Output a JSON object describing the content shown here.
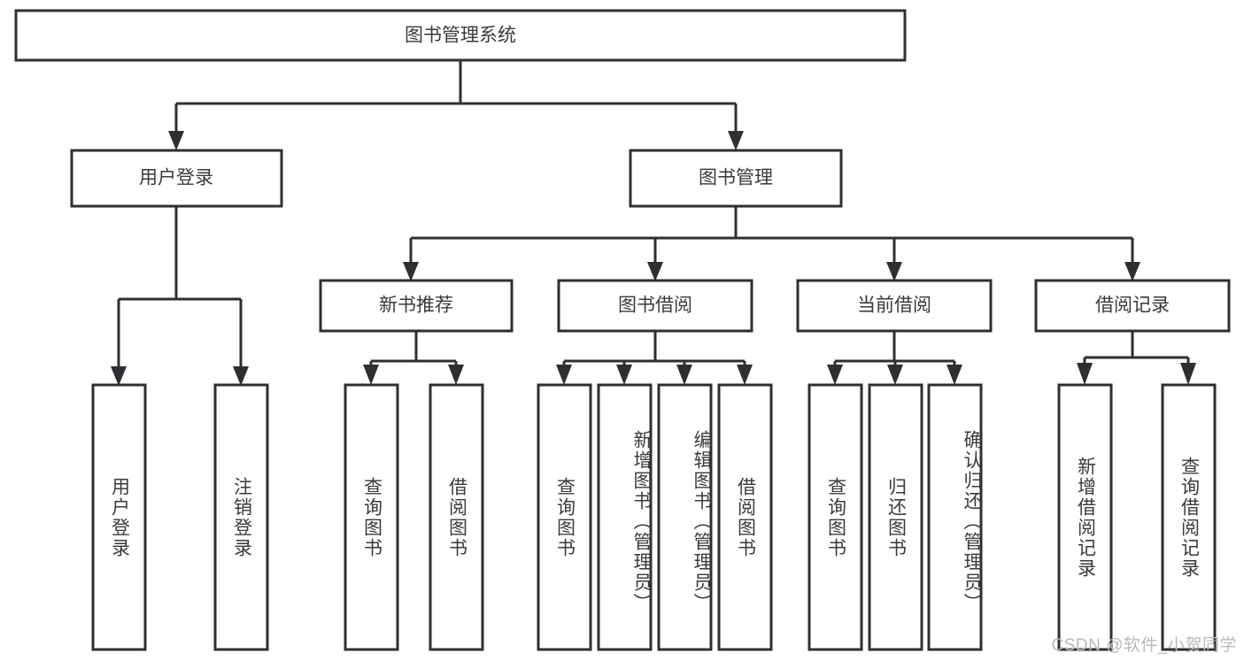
{
  "diagram": {
    "type": "tree-hierarchy",
    "title": "图书管理系统",
    "watermark": "CSDN @软件_小贺同学",
    "colors": {
      "stroke": "#2f2f33",
      "box_fill": "#ffffff",
      "text": "#3a3a3e",
      "background": "#ffffff",
      "watermark": "#b9b9bd"
    },
    "root": {
      "id": "root",
      "label": "图书管理系统",
      "orientation": "horizontal"
    },
    "level1": [
      {
        "id": "user-login",
        "label": "用户登录",
        "orientation": "horizontal"
      },
      {
        "id": "book-management",
        "label": "图书管理",
        "orientation": "horizontal"
      }
    ],
    "level2": [
      {
        "id": "new-book-recommend",
        "label": "新书推荐",
        "parent": "book-management",
        "orientation": "horizontal"
      },
      {
        "id": "book-borrow",
        "label": "图书借阅",
        "parent": "book-management",
        "orientation": "horizontal"
      },
      {
        "id": "current-borrow",
        "label": "当前借阅",
        "parent": "book-management",
        "orientation": "horizontal"
      },
      {
        "id": "borrow-record",
        "label": "借阅记录",
        "parent": "book-management",
        "orientation": "horizontal"
      }
    ],
    "leaves": [
      {
        "id": "leaf-user-login",
        "label": "用户登录",
        "parent": "user-login",
        "orientation": "vertical"
      },
      {
        "id": "leaf-logout",
        "label": "注销登录",
        "parent": "user-login",
        "orientation": "vertical"
      },
      {
        "id": "leaf-query-book-1",
        "label": "查询图书",
        "parent": "new-book-recommend",
        "orientation": "vertical"
      },
      {
        "id": "leaf-borrow-book-1",
        "label": "借阅图书",
        "parent": "new-book-recommend",
        "orientation": "vertical"
      },
      {
        "id": "leaf-query-book-2",
        "label": "查询图书",
        "parent": "book-borrow",
        "orientation": "vertical"
      },
      {
        "id": "leaf-add-book",
        "label": "新增图书（管理员）",
        "parent": "book-borrow",
        "orientation": "vertical"
      },
      {
        "id": "leaf-edit-book",
        "label": "编辑图书（管理员）",
        "parent": "book-borrow",
        "orientation": "vertical"
      },
      {
        "id": "leaf-borrow-book-2",
        "label": "借阅图书",
        "parent": "book-borrow",
        "orientation": "vertical"
      },
      {
        "id": "leaf-query-book-3",
        "label": "查询图书",
        "parent": "current-borrow",
        "orientation": "vertical"
      },
      {
        "id": "leaf-return-book",
        "label": "归还图书",
        "parent": "current-borrow",
        "orientation": "vertical"
      },
      {
        "id": "leaf-confirm-return",
        "label": "确认归还（管理员）",
        "parent": "current-borrow",
        "orientation": "vertical"
      },
      {
        "id": "leaf-add-record",
        "label": "新增借阅记录",
        "parent": "borrow-record",
        "orientation": "vertical"
      },
      {
        "id": "leaf-query-record",
        "label": "查询借阅记录",
        "parent": "borrow-record",
        "orientation": "vertical"
      }
    ]
  }
}
